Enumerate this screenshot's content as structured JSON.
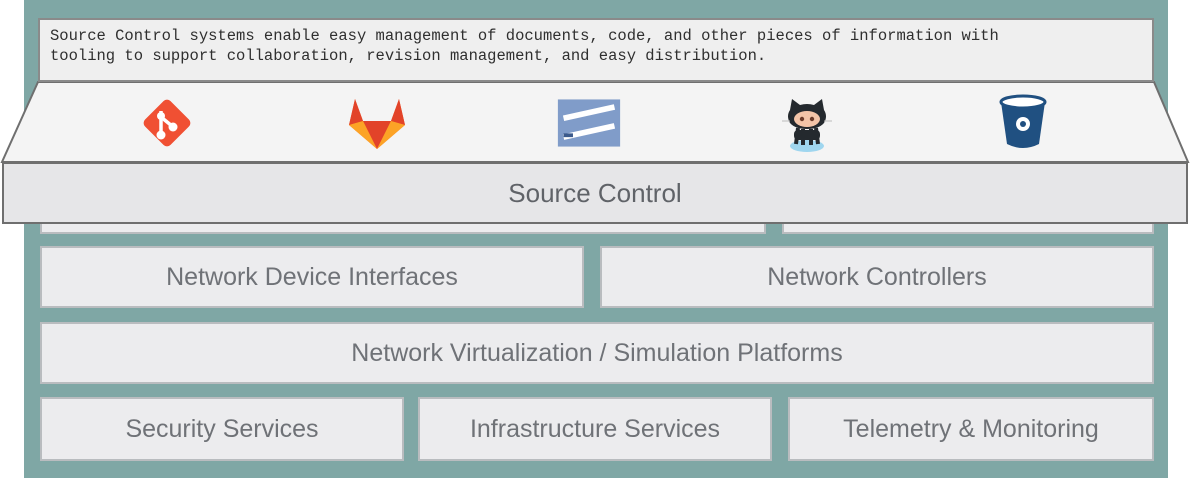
{
  "diagram": {
    "popup": {
      "description": "Source Control systems enable easy management of documents, code, and other pieces of information with\ntooling to support collaboration, revision management, and easy distribution.",
      "title": "Source Control",
      "tools": [
        {
          "icon": "git-icon",
          "color": "#f05033"
        },
        {
          "icon": "gitlab-icon",
          "color": "#e24329"
        },
        {
          "icon": "subversion-icon",
          "color": "#809cc9"
        },
        {
          "icon": "github-octocat-icon",
          "color": "#24292e"
        },
        {
          "icon": "bitbucket-icon",
          "color": "#205081"
        }
      ]
    },
    "layers": {
      "network_device_interfaces": "Network Device Interfaces",
      "network_controllers": "Network Controllers",
      "virtualization": "Network Virtualization / Simulation Platforms",
      "security_services": "Security Services",
      "infrastructure_services": "Infrastructure Services",
      "telemetry_monitoring": "Telemetry & Monitoring"
    },
    "colors": {
      "background": "#7fa7a5",
      "box_fill": "#ececee",
      "box_border": "#b9bcbf",
      "text": "#6f7277"
    }
  }
}
